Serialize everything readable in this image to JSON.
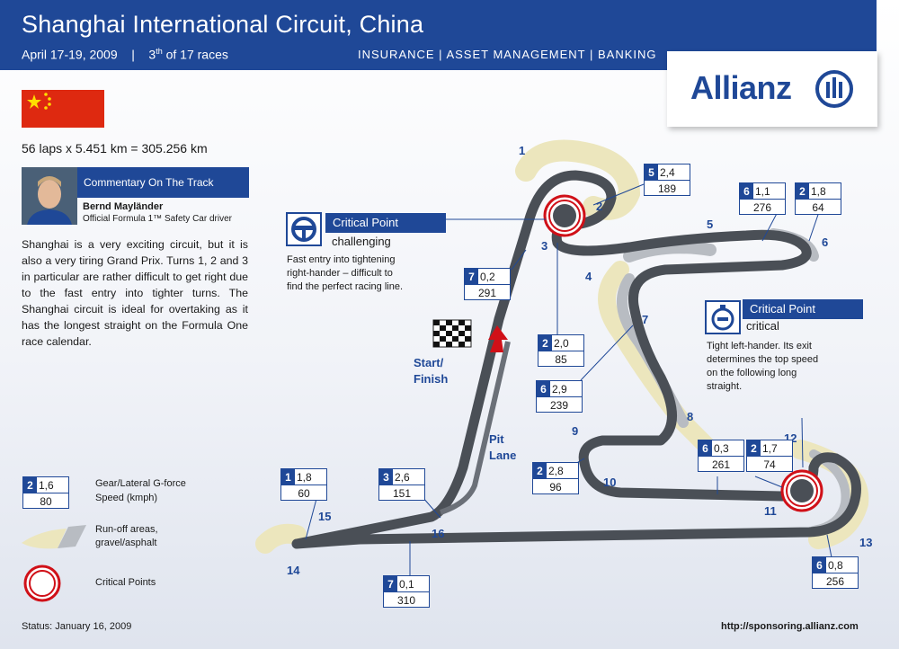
{
  "header": {
    "title": "Shanghai International Circuit, China",
    "date": "April 17-19, 2009",
    "separator": "|",
    "race_number": "3",
    "race_suffix": "th",
    "race_tail": " of 17 races",
    "slogan": "INSURANCE | ASSET MANAGEMENT | BANKING"
  },
  "logo": {
    "text": "Allianz"
  },
  "laps": "56 laps x 5.451 km = 305.256 km",
  "commentary": {
    "heading": "Commentary On The Track",
    "name": "Bernd Mayländer",
    "role": "Official Formula 1™ Safety Car driver",
    "text": "Shanghai is a very exciting circuit, but it is also a very tiring Grand Prix. Turns 1, 2 and 3 in particular are rather difficult to get right due to the fast entry into tighter turns. The Shanghai circuit is ideal for overtaking as it has the longest straight on the Formula One race calendar."
  },
  "critical_points": [
    {
      "label": "Critical Point",
      "type": "challenging",
      "text_lines": [
        "Fast entry into tightening",
        "right-hander – difficult to",
        "find the perfect racing line."
      ]
    },
    {
      "label": "Critical Point",
      "type": "critical",
      "text_lines": [
        "Tight left-hander. Its exit",
        "determines the top speed",
        "on the following long",
        "straight."
      ]
    }
  ],
  "info_boxes": [
    {
      "gear": "5",
      "g": "2,4",
      "speed": "189"
    },
    {
      "gear": "6",
      "g": "1,1",
      "speed": "276"
    },
    {
      "gear": "2",
      "g": "1,8",
      "speed": "64"
    },
    {
      "gear": "7",
      "g": "0,2",
      "speed": "291"
    },
    {
      "gear": "2",
      "g": "2,0",
      "speed": "85"
    },
    {
      "gear": "6",
      "g": "2,9",
      "speed": "239"
    },
    {
      "gear": "2",
      "g": "2,8",
      "speed": "96"
    },
    {
      "gear": "6",
      "g": "0,3",
      "speed": "261"
    },
    {
      "gear": "2",
      "g": "1,7",
      "speed": "74"
    },
    {
      "gear": "1",
      "g": "1,8",
      "speed": "60"
    },
    {
      "gear": "3",
      "g": "2,6",
      "speed": "151"
    },
    {
      "gear": "7",
      "g": "0,1",
      "speed": "310"
    },
    {
      "gear": "6",
      "g": "0,8",
      "speed": "256"
    }
  ],
  "turns": [
    "1",
    "2",
    "3",
    "4",
    "5",
    "6",
    "7",
    "8",
    "9",
    "10",
    "11",
    "12",
    "13",
    "14",
    "15",
    "16"
  ],
  "track_labels": {
    "start": "Start/",
    "finish": "Finish",
    "pit": "Pit",
    "lane": "Lane"
  },
  "legend": {
    "sample": {
      "gear": "2",
      "g": "1,6",
      "speed": "80"
    },
    "gear_label": "Gear/Lateral G-force",
    "speed_label": "Speed (kmph)",
    "runoff_1": "Run-off areas,",
    "runoff_2": "gravel/asphalt",
    "critical": "Critical Points"
  },
  "footer": {
    "status": "Status: January 16, 2009",
    "url": "http://sponsoring.allianz.com"
  },
  "colors": {
    "brand_blue": "#1f4897",
    "track": "#4a4f56",
    "runoff_gravel": "#ece6bd",
    "runoff_asphalt": "#b8bcc2",
    "critical_red": "#d01018",
    "flag_red": "#de2910",
    "flag_star": "#ffde00"
  }
}
